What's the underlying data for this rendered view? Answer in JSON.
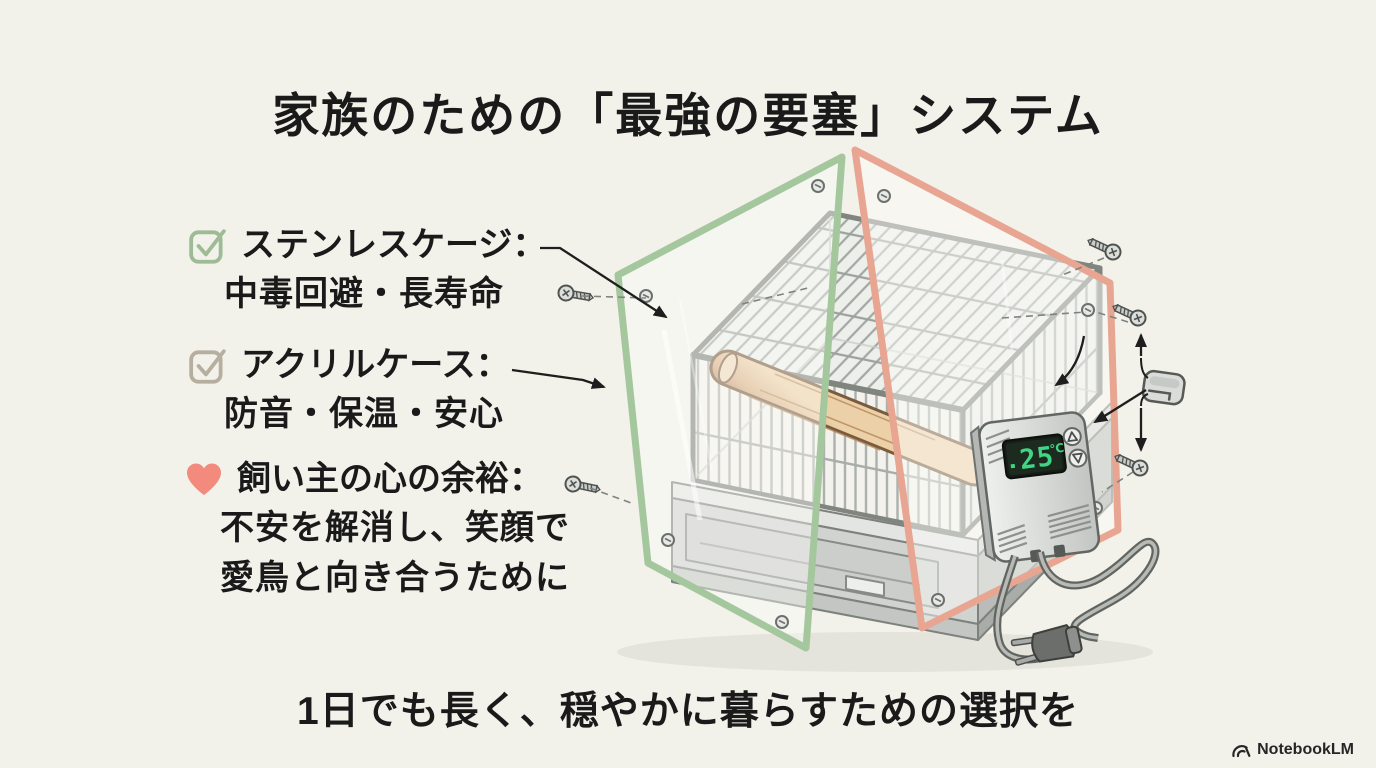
{
  "page": {
    "title": "家族のための「最強の要塞」システム",
    "footer": "1日でも長く、穏やかに暮らすための選択を",
    "background": "#f2f1ea",
    "text_color": "#1a1a1a"
  },
  "brand": {
    "name": "NotebookLM"
  },
  "annotations": [
    {
      "icon": "checkbox",
      "icon_color": "#9dbb95",
      "heading": "ステンレスケージ：",
      "lines": [
        "中毒回避・長寿命"
      ]
    },
    {
      "icon": "checkbox",
      "icon_color": "#b6ae9e",
      "heading": "アクリルケース：",
      "lines": [
        "防音・保温・安心"
      ]
    },
    {
      "icon": "heart",
      "icon_color": "#f28b7d",
      "heading": "飼い主の心の余裕：",
      "lines": [
        "不安を解消し、笑顔で",
        "愛鳥と向き合うために"
      ]
    }
  ],
  "illustration": {
    "thermostat": {
      "display_value": "25",
      "display_unit": "℃",
      "display_color": "#3fd584"
    },
    "panel_front_color": "#a5c79e",
    "panel_right_color": "#e8a592",
    "perch_color": "#d9b288",
    "cage_metal_color": "#80857f"
  }
}
